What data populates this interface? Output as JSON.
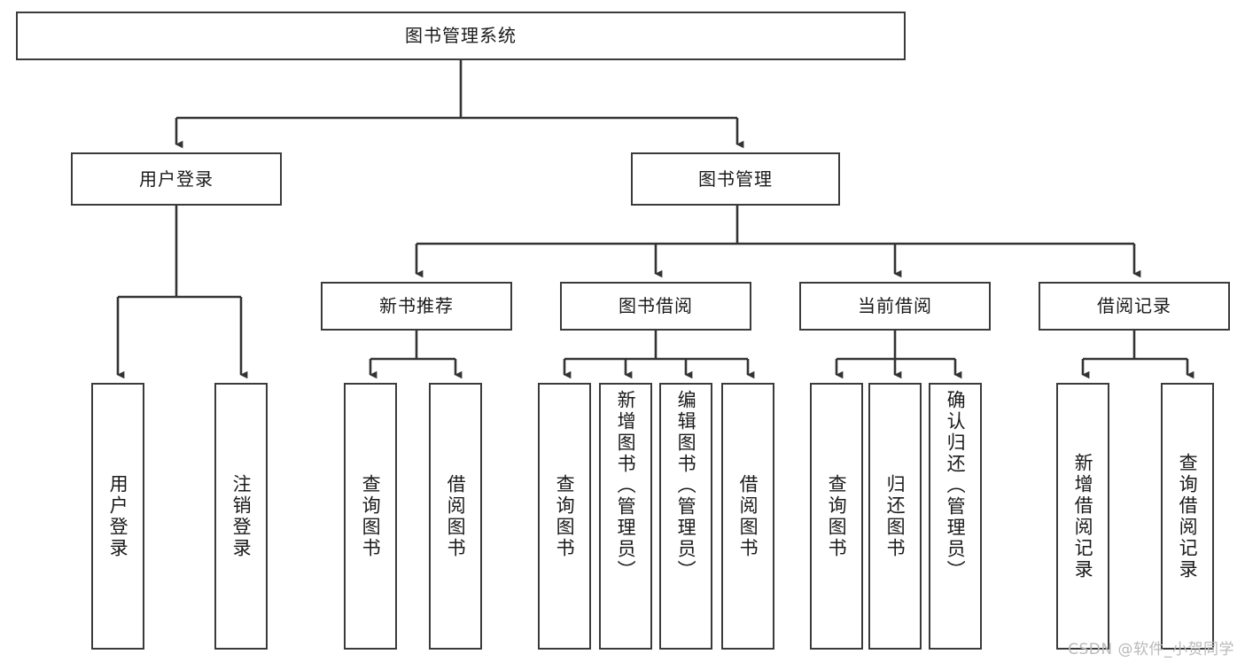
{
  "diagram": {
    "title": "图书管理系统",
    "type": "tree-hierarchy",
    "watermark": "CSDN @软件_小贺同学",
    "colors": {
      "background": "#ffffff",
      "box_border": "#3b3b3b",
      "box_fill": "#ffffff",
      "connector": "#333333",
      "text": "#1a1a1a",
      "watermark": "#b9b9b9"
    },
    "root": {
      "label": "图书管理系统"
    },
    "level2": [
      {
        "label": "用户登录"
      },
      {
        "label": "图书管理"
      }
    ],
    "level3": [
      {
        "label": "新书推荐"
      },
      {
        "label": "图书借阅"
      },
      {
        "label": "当前借阅"
      },
      {
        "label": "借阅记录"
      }
    ],
    "leaves": {
      "user_login": [
        {
          "label": "用户登录"
        },
        {
          "label": "注销登录"
        }
      ],
      "new_book_recommend": [
        {
          "label": "查询图书"
        },
        {
          "label": "借阅图书"
        }
      ],
      "book_borrow": [
        {
          "label": "查询图书"
        },
        {
          "label": "新增图书（管理员）"
        },
        {
          "label": "编辑图书（管理员）"
        },
        {
          "label": "借阅图书"
        }
      ],
      "current_borrow": [
        {
          "label": "查询图书"
        },
        {
          "label": "归还图书"
        },
        {
          "label": "确认归还（管理员）"
        }
      ],
      "borrow_record": [
        {
          "label": "新增借阅记录"
        },
        {
          "label": "查询借阅记录"
        }
      ]
    }
  }
}
